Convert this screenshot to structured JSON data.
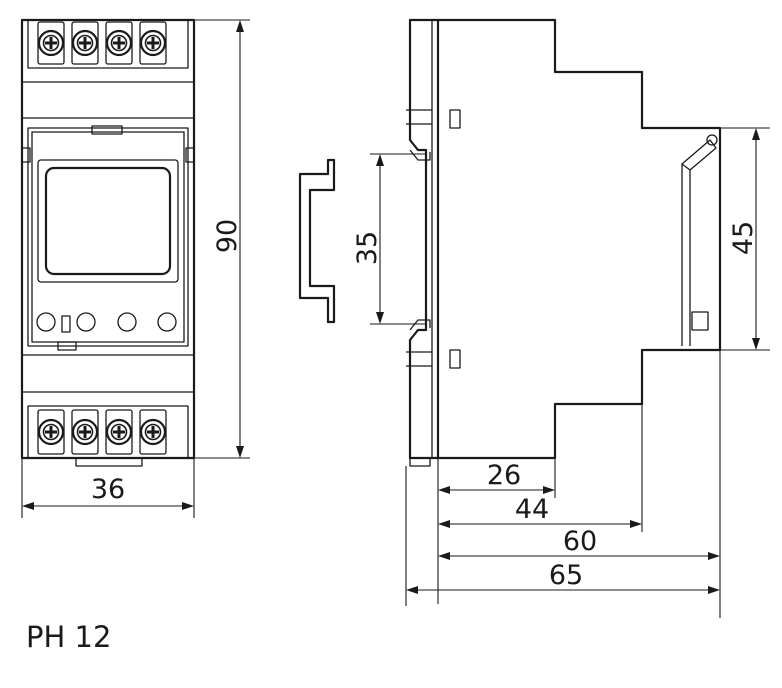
{
  "dimensions": {
    "height": "90",
    "width": "36",
    "rail": "35",
    "front_height": "45",
    "depth_26": "26",
    "depth_44": "44",
    "depth_60": "60",
    "depth_65": "65"
  },
  "model": "PH 12",
  "colors": {
    "line": "#1a1a1a",
    "background": "#ffffff"
  }
}
